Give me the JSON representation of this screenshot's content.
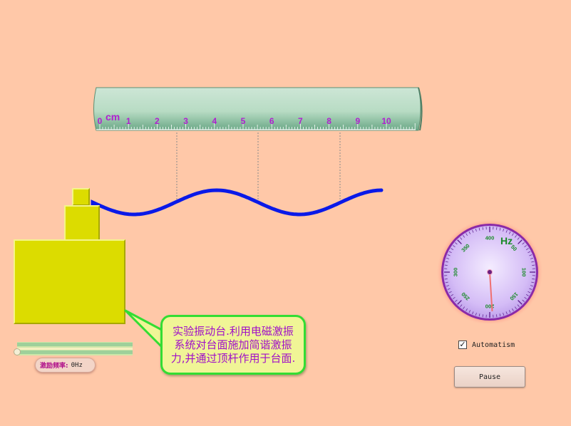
{
  "ruler": {
    "unit": "cm",
    "labels": [
      "0",
      "1",
      "2",
      "3",
      "4",
      "5",
      "6",
      "7",
      "8",
      "9",
      "10"
    ],
    "label_color": "#b020d0",
    "body_color": "#c4e0cc"
  },
  "wave": {
    "color": "#0a1ae8"
  },
  "block_color": "#dcdc00",
  "callout": {
    "line1": "实验振动台.利用电磁激振",
    "line2": "系统对台面施加简谐激振",
    "line3": "力,并通过顶杆作用于台面."
  },
  "frequency_control": {
    "label": "激励频率:",
    "value": "0Hz",
    "slider_value": 0
  },
  "dial": {
    "unit": "Hz",
    "labels": [
      "400",
      "50",
      "100",
      "150",
      "200",
      "250",
      "300",
      "350"
    ],
    "needle_value": 196,
    "face_color": "#c8a8f0",
    "glow_color": "#ff5060"
  },
  "automatism": {
    "label": "Automatism",
    "checked": true,
    "mark": "✓"
  },
  "pause_button": {
    "label": "Pause"
  }
}
